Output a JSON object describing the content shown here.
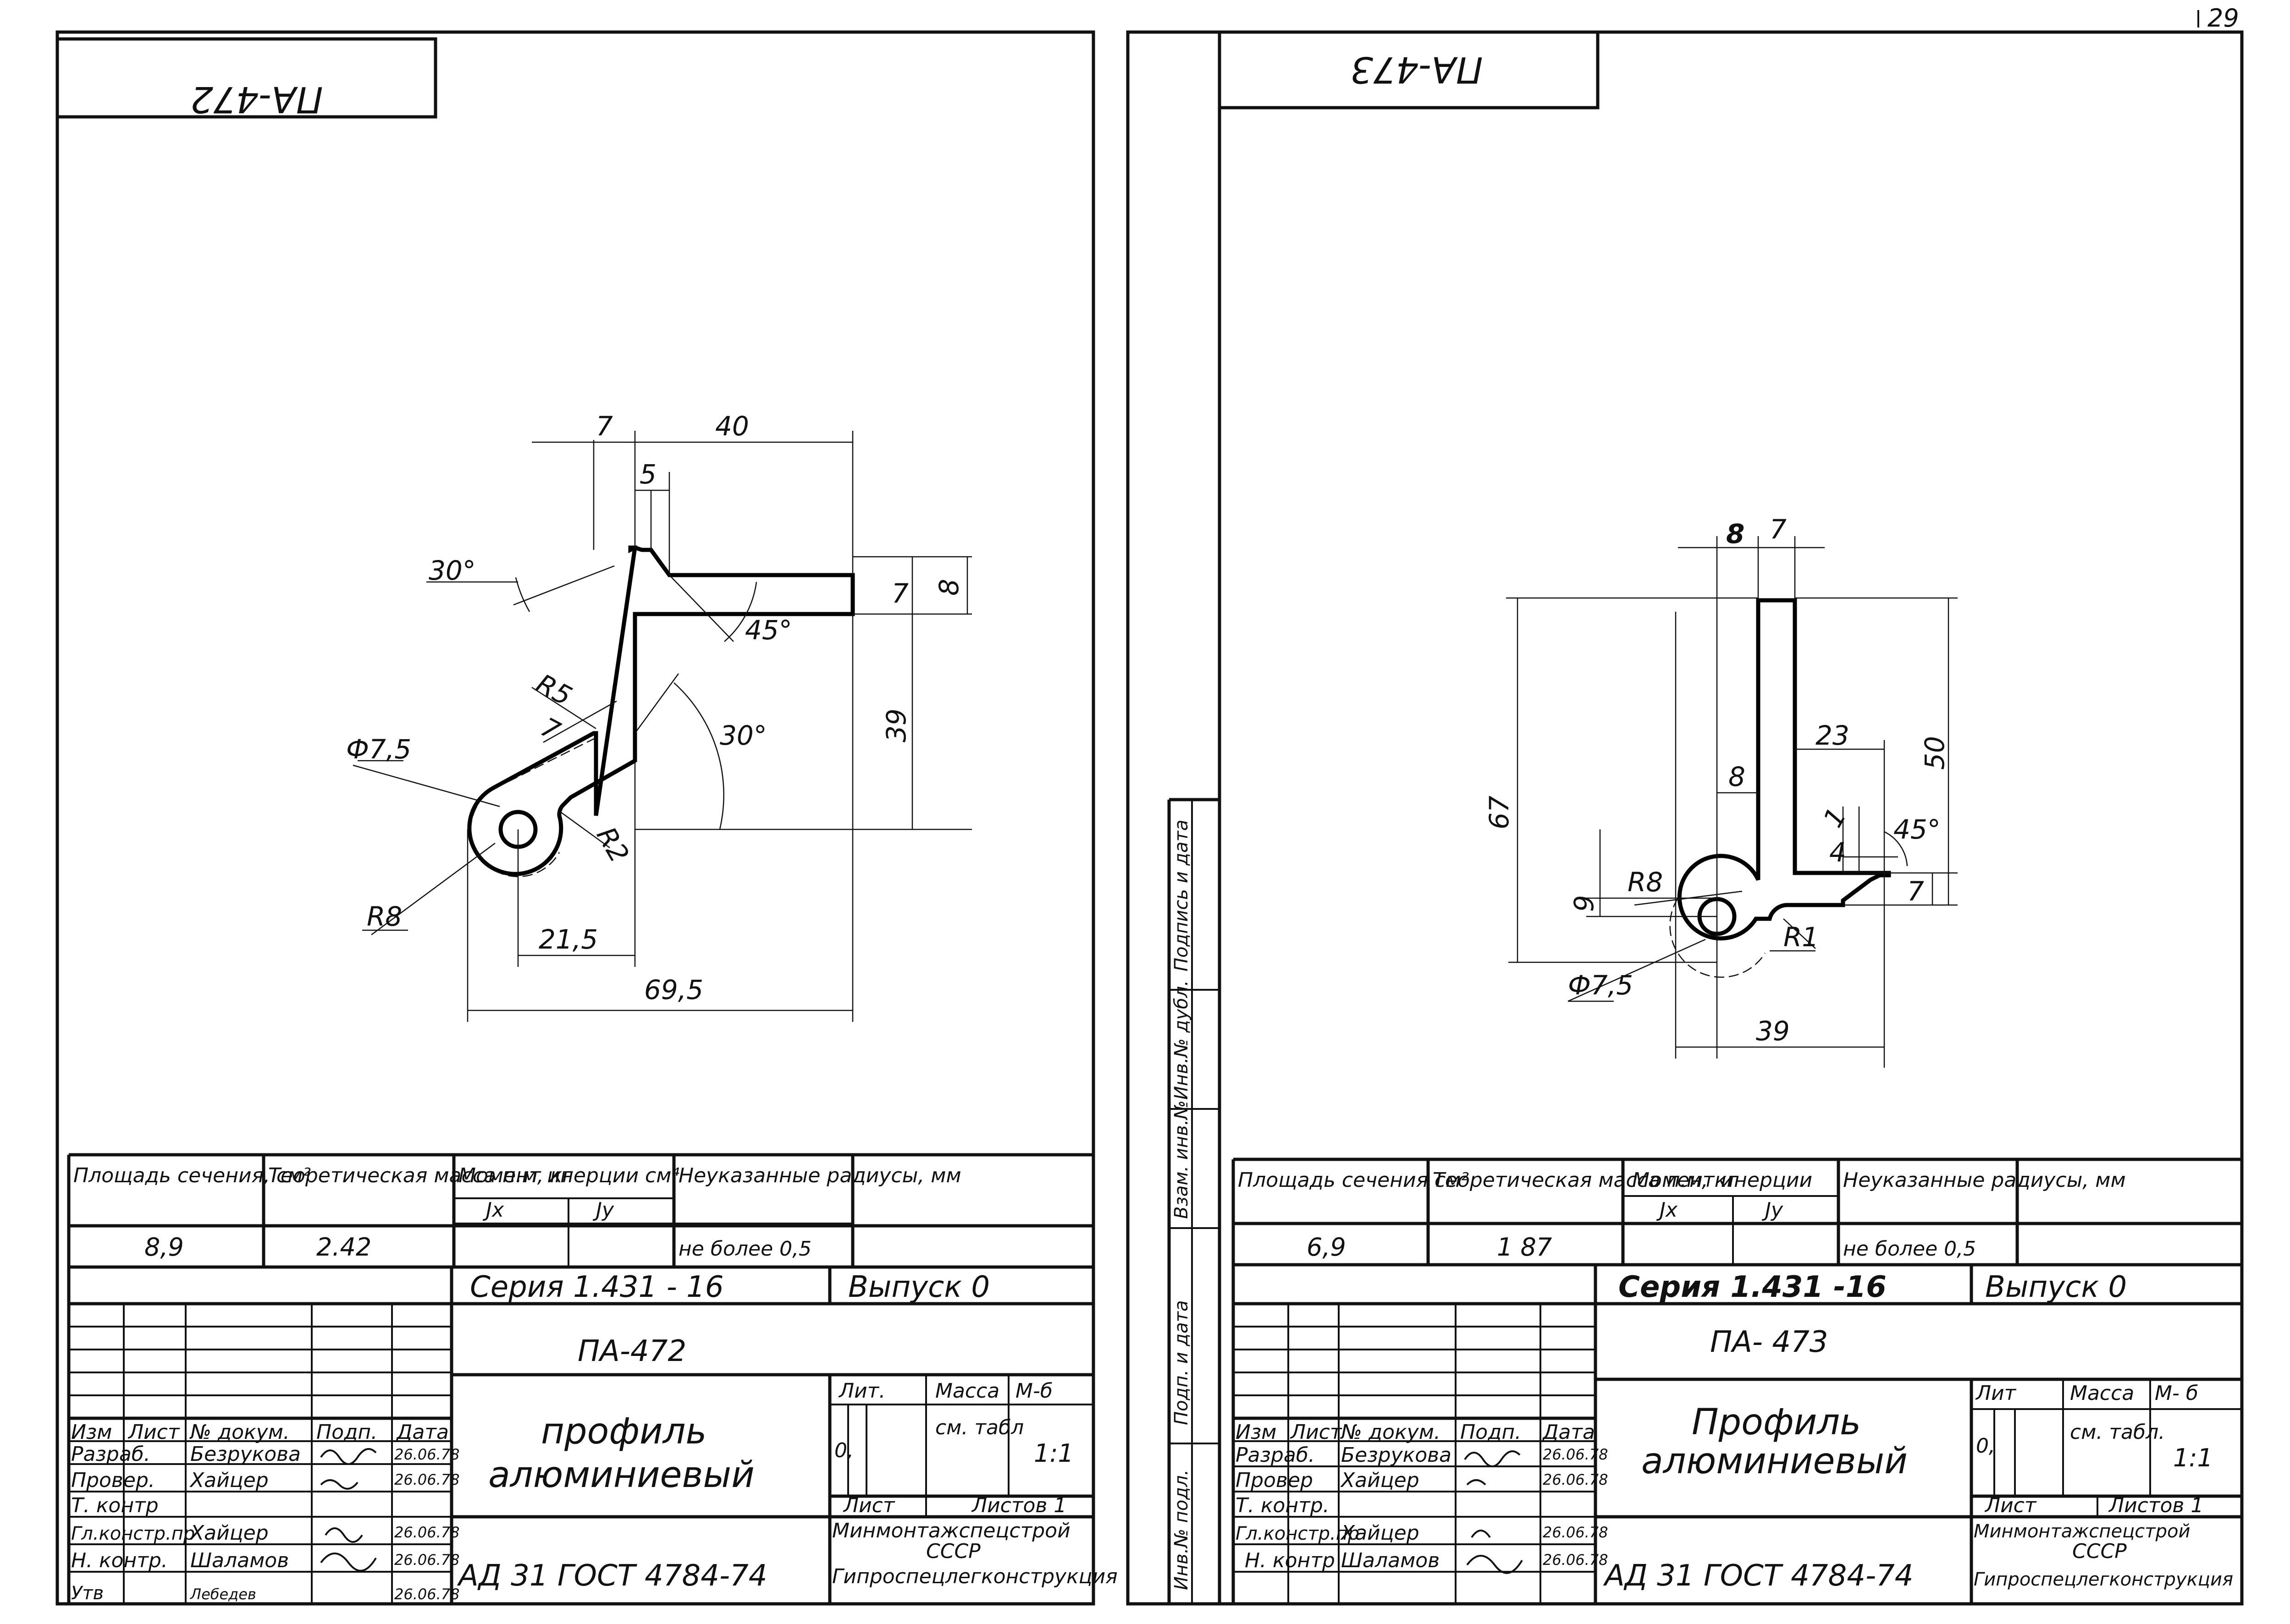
{
  "page_number": "29",
  "left": {
    "corner_tag": "ПА-472",
    "dims": {
      "d7": "7",
      "d40": "40",
      "d5": "5",
      "d30a": "30°",
      "d7b": "7",
      "d8": "8",
      "d45": "45°",
      "d39": "39",
      "dR5": "R5",
      "d7c": "7",
      "d30b": "30°",
      "dphi": "Ф7,5",
      "dR2": "R2",
      "dR8": "R8",
      "d215": "21,5",
      "d695": "69,5"
    },
    "props": {
      "area_label": "Площадь сечения, см²",
      "mass_label": "Теоретическая масса п.м, кг",
      "inertia_label": "Момент инерции см⁴",
      "jx": "Jx",
      "jy": "Jy",
      "radii_label": "Неуказанные радиусы, мм",
      "area_value": "8,9",
      "mass_value": "2.42",
      "radii_value": "не более 0,5"
    },
    "title": {
      "series": "Серия  1.431 - 16",
      "issue": "Выпуск  0",
      "code": "ПА-472",
      "name_line1": "профиль",
      "name_line2": "алюминиевый",
      "material": "АД 31   ГОСТ 4784-74",
      "lit": "Лит.",
      "mass": "Масса",
      "scale_h": "М-б",
      "lit_v": "0,",
      "mass_v": "см. табл",
      "scale_v": "1:1",
      "sheet": "Лист",
      "sheets": "Листов 1",
      "org1": "Минмонтажспецстрой",
      "org2": "СССР",
      "org3": "Гипроспецлегконструкция",
      "hdr": [
        "Изм",
        "Лист",
        "№ докум.",
        "Подп.",
        "Дата"
      ],
      "roles": [
        "Разраб.",
        "Провер.",
        "Т. контр",
        "Гл.констр.пр",
        "Н. контр.",
        "Утв"
      ],
      "names": [
        "Безрукова",
        "Хайцер",
        "",
        "Хайцер",
        "Шаламов",
        "Лебедев"
      ],
      "dates": [
        "26.06.78",
        "26.06.78",
        "",
        "26.06.78",
        "26.06.78",
        "26.06.78"
      ]
    }
  },
  "right": {
    "corner_tag": "ПА-473",
    "dims": {
      "d8": "8",
      "d7": "7",
      "d67": "67",
      "d23": "23",
      "d50": "50",
      "d8b": "8",
      "d1": "1",
      "d4": "4",
      "d45": "45°",
      "d7b": "7",
      "d9": "9",
      "dR8": "R8",
      "dR1": "R1",
      "dphi": "Ф7,5",
      "d39": "39"
    },
    "props": {
      "area_label": "Площадь сечения см²",
      "mass_label": "Теоретическая масса п.м, кг",
      "inertia_label": "Момент инерции",
      "jx": "Jx",
      "jy": "Jy",
      "radii_label": "Неуказанные радиусы, мм",
      "area_value": "6,9",
      "mass_value": "1 87",
      "radii_value": "не более 0,5"
    },
    "title": {
      "series": "Серия 1.431 -16",
      "issue": "Выпуск  0",
      "code": "ПА- 473",
      "name_line1": "Профиль",
      "name_line2": "алюминиевый",
      "material": "АД 31   ГОСТ 4784-74",
      "lit": "Лит",
      "mass": "Масса",
      "scale_h": "М- б",
      "lit_v": "0,",
      "mass_v": "см. табл.",
      "scale_v": "1:1",
      "sheet": "Лист",
      "sheets": "Листов 1",
      "org1": "Минмонтажспецстрой",
      "org2": "СССР",
      "org3": "Гипроспецлегконструкция",
      "hdr": [
        "Изм",
        "Лист",
        "№ докум.",
        "Подп.",
        "Дата"
      ],
      "roles": [
        "Разраб.",
        "Провер",
        "Т. контр.",
        "Гл.констр.пр",
        "Н. контр"
      ],
      "names": [
        "Безрукова",
        "Хайцер",
        "",
        "Хайцер",
        "Шаламов"
      ],
      "dates": [
        "26.06.78",
        "26.06.78",
        "",
        "26.06.78",
        "26.06.78"
      ]
    },
    "side_strip": [
      "Подпись и дата",
      "Инв.№ дубл.",
      "Взам. инв.№",
      "Подп. и дата",
      "Инв.№ подл."
    ]
  }
}
